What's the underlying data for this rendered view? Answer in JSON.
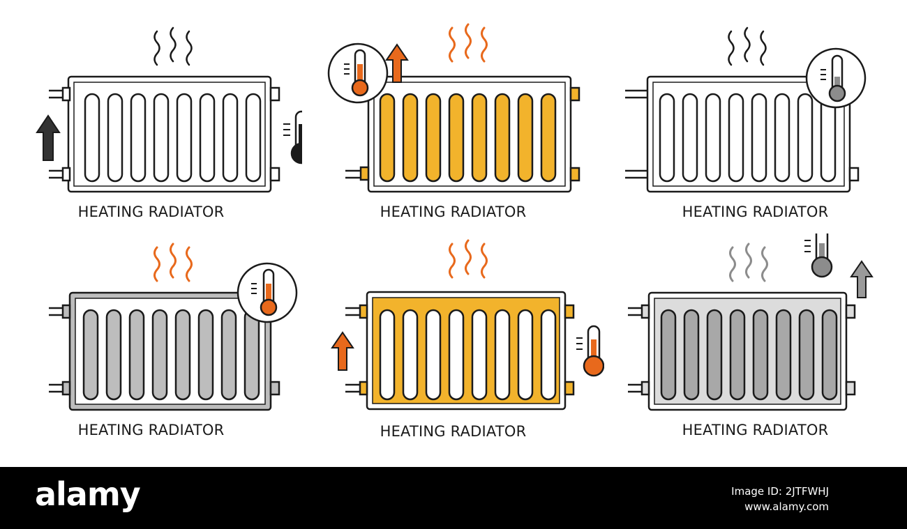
{
  "icons": [
    {
      "label": "HEATING RADIATOR",
      "variant": "outline",
      "state": "heat rising, dark thermometer",
      "colors": {
        "fill": "#ffffff",
        "accent": "#1a1a1a"
      }
    },
    {
      "label": "HEATING RADIATOR",
      "variant": "yellow fins",
      "state": "temperature up",
      "colors": {
        "fill": "#f2b32c",
        "accent": "#e8691c"
      }
    },
    {
      "label": "HEATING RADIATOR",
      "variant": "outline",
      "state": "grey thermometer badge",
      "colors": {
        "fill": "#ffffff",
        "accent": "#8c8c8c"
      }
    },
    {
      "label": "HEATING RADIATOR",
      "variant": "grey frame",
      "state": "orange steam, hot thermometer badge",
      "colors": {
        "fill": "#bdbdbd",
        "accent": "#e8691c"
      }
    },
    {
      "label": "HEATING RADIATOR",
      "variant": "yellow panel",
      "state": "orange arrow up, hot thermometer",
      "colors": {
        "fill": "#f2b32c",
        "accent": "#e8691c"
      }
    },
    {
      "label": "HEATING RADIATOR",
      "variant": "light grey panel",
      "state": "grey steam, grey arrow up",
      "colors": {
        "fill": "#dcdcdc",
        "accent": "#8c8c8c"
      }
    }
  ],
  "footer": {
    "brand": "alamy",
    "image_id": "Image ID: 2JTFWHJ",
    "site": "www.alamy.com"
  }
}
